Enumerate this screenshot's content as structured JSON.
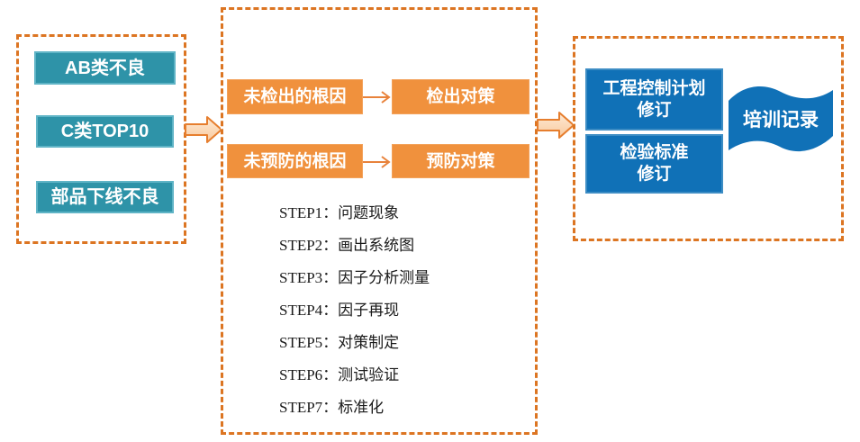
{
  "diagram": {
    "left_panel": {
      "items": [
        "AB类不良",
        "C类TOP10",
        "部品下线不良"
      ]
    },
    "middle_panel": {
      "rows": [
        {
          "cause": "未检出的根因",
          "action": "检出对策"
        },
        {
          "cause": "未预防的根因",
          "action": "预防对策"
        }
      ],
      "steps": [
        "STEP1：问题现象",
        "STEP2：画出系统图",
        "STEP3：因子分析测量",
        "STEP4：因子再现",
        "STEP5：对策制定",
        "STEP6：测试验证",
        "STEP7：标准化"
      ]
    },
    "right_panel": {
      "boxes": [
        "工程控制计划\n修订",
        "检验标准\n修订"
      ],
      "flag_label": "培训记录"
    },
    "icons": {
      "flow_arrow": "right-block-arrow",
      "cause_arrow": "thin-right-arrow",
      "flag": "wave-flag"
    },
    "colors": {
      "dashed_border": "#DC7522",
      "teal_fill": "#2E93A8",
      "teal_border": "#5FB4C6",
      "orange_fill": "#F0913D",
      "blue_fill": "#1071B7",
      "arrow_outline": "#E67E2E",
      "arrow_fill_top": "#FDEAD6",
      "arrow_fill_bottom": "#F9C99C",
      "step_text": "#1A1A1A"
    }
  }
}
